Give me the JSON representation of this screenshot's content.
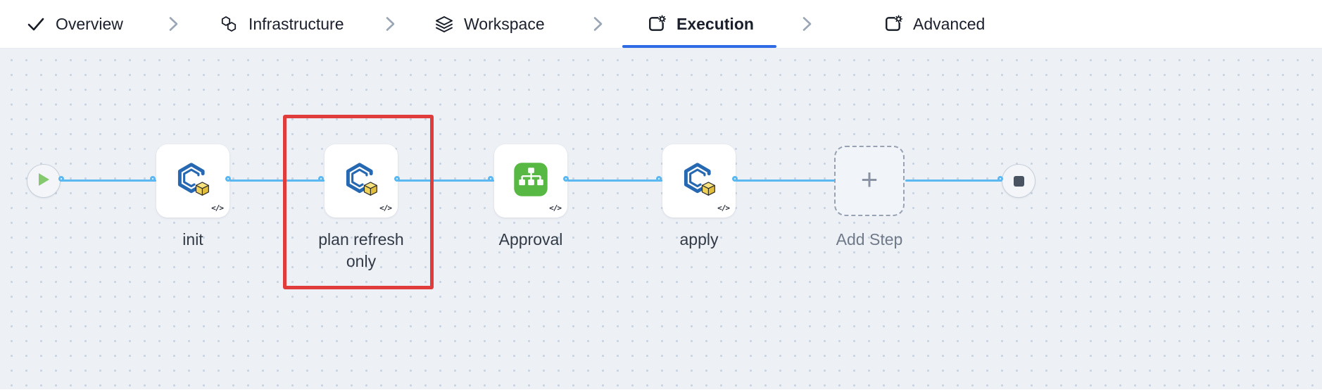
{
  "nav": {
    "tabs": [
      {
        "label": "Overview",
        "icon": "check-icon",
        "active": false
      },
      {
        "label": "Infrastructure",
        "icon": "hexagons-icon",
        "active": false
      },
      {
        "label": "Workspace",
        "icon": "layers-icon",
        "active": false
      },
      {
        "label": "Execution",
        "icon": "document-gear-icon",
        "active": true
      },
      {
        "label": "Advanced",
        "icon": "document-gear-icon",
        "active": false
      }
    ]
  },
  "canvas": {
    "start_node": {
      "icon": "play-icon"
    },
    "end_node": {
      "icon": "stop-icon"
    },
    "nodes": [
      {
        "label": "init",
        "type": "terraform-step",
        "badge": "</>",
        "highlighted": false
      },
      {
        "label": "plan refresh only",
        "type": "terraform-step",
        "badge": "</>",
        "highlighted": true
      },
      {
        "label": "Approval",
        "type": "approval-step",
        "badge": "</>",
        "highlighted": false
      },
      {
        "label": "apply",
        "type": "terraform-step",
        "badge": "</>",
        "highlighted": false
      },
      {
        "label": "Add Step",
        "type": "add-step",
        "glyph": "+",
        "highlighted": false
      }
    ]
  },
  "colors": {
    "accent-blue": "#2f6be4",
    "connector-blue": "#5cb8f0",
    "highlight-red": "#e03c3c",
    "approval-green": "#57b944",
    "canvas-bg": "#edf1f6"
  }
}
